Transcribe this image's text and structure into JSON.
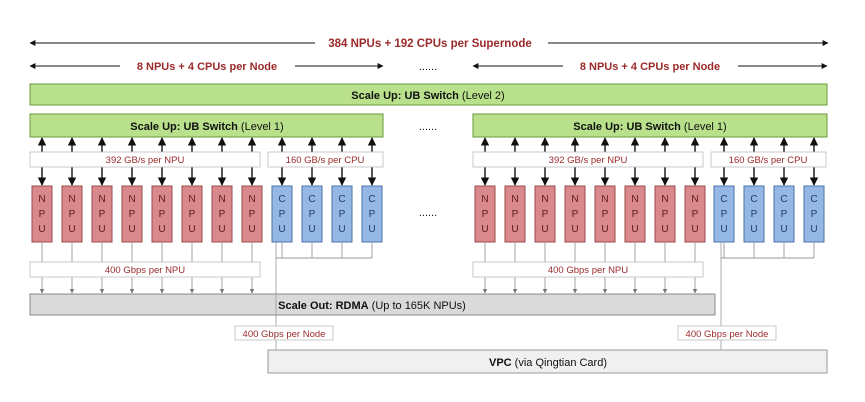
{
  "top": {
    "supernode": "384 NPUs + 192 CPUs per Supernode",
    "node_left": "8 NPUs + 4 CPUs per Node",
    "node_right": "8 NPUs + 4 CPUs per Node",
    "ellipsis": "......"
  },
  "ub_level2": {
    "bold": "Scale Up: UB Switch",
    "rest": " (Level 2)"
  },
  "ub_level1_left": {
    "bold": "Scale Up: UB Switch",
    "rest": " (Level 1)"
  },
  "ub_level1_right": {
    "bold": "Scale Up: UB Switch",
    "rest": " (Level 1)"
  },
  "bandwidth": {
    "npu_left": "392 GB/s per NPU",
    "cpu_left": "160 GB/s per CPU",
    "npu_right": "392 GB/s per NPU",
    "cpu_right": "160 GB/s per CPU",
    "rdma_left": "400 Gbps per NPU",
    "rdma_right": "400 Gbps per NPU",
    "vpc_left": "400 Gbps per Node",
    "vpc_right": "400 Gbps per Node"
  },
  "chip_labels": {
    "npu": [
      "N",
      "P",
      "U"
    ],
    "cpu": [
      "C",
      "P",
      "U"
    ]
  },
  "rdma": {
    "bold": "Scale Out: RDMA",
    "rest": " (Up to 165K NPUs)"
  },
  "vpc": {
    "bold": "VPC",
    "rest": " (via Qingtian Card)"
  },
  "colors": {
    "title_red": "#9b2a2a",
    "switch_green": "#b9e08a",
    "switch_border": "#6a9a3a",
    "npu_fill": "#d9898c",
    "npu_border": "#9a4a4e",
    "cpu_fill": "#94b8e3",
    "cpu_border": "#4c72a8",
    "rdma_fill": "#dadada",
    "vpc_fill": "#f0f0f0",
    "thin_line": "#999999"
  }
}
